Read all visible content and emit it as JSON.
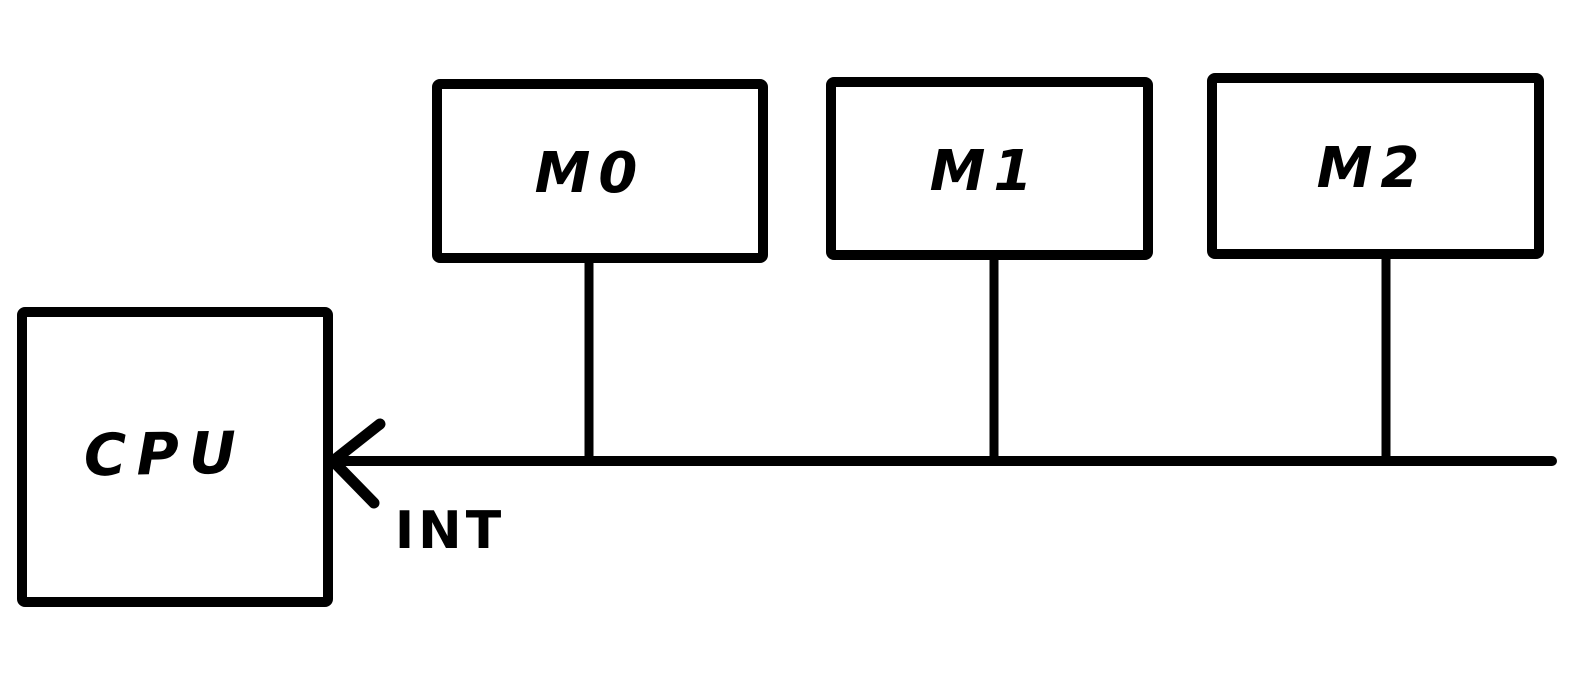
{
  "canvas": {
    "background_color": "#ffffff",
    "ink_color": "#000000"
  },
  "cpu": {
    "label": "CPU"
  },
  "modules": [
    {
      "label": "M0"
    },
    {
      "label": "M1"
    },
    {
      "label": "M2"
    }
  ],
  "bus": {
    "interrupt_label": "INT"
  }
}
